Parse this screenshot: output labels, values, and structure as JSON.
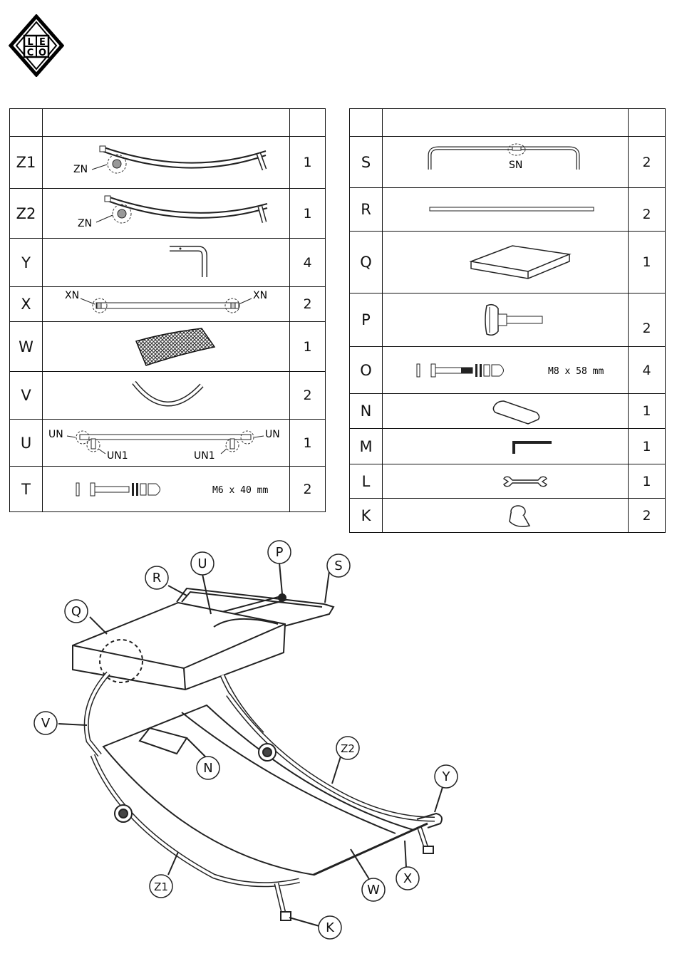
{
  "logo": {
    "letters": "LECO"
  },
  "left_table": {
    "header": [
      "",
      "",
      ""
    ],
    "rows": [
      {
        "id": "Z1",
        "qty": "1",
        "sub": "ZN"
      },
      {
        "id": "Z2",
        "qty": "1",
        "sub": "ZN"
      },
      {
        "id": "Y",
        "qty": "4"
      },
      {
        "id": "X",
        "qty": "2",
        "sub": "XN"
      },
      {
        "id": "W",
        "qty": "1"
      },
      {
        "id": "V",
        "qty": "2"
      },
      {
        "id": "U",
        "qty": "1",
        "sub": "UN",
        "sub2": "UN1"
      },
      {
        "id": "T",
        "qty": "2",
        "spec": "M6 x 40 mm"
      }
    ]
  },
  "right_table": {
    "header": [
      "",
      "",
      ""
    ],
    "rows": [
      {
        "id": "S",
        "qty": "2",
        "sub": "SN"
      },
      {
        "id": "R",
        "qty": "2"
      },
      {
        "id": "Q",
        "qty": "1"
      },
      {
        "id": "P",
        "qty": "2"
      },
      {
        "id": "O",
        "qty": "4",
        "spec": "M8 x 58 mm"
      },
      {
        "id": "N",
        "qty": "1"
      },
      {
        "id": "M",
        "qty": "1"
      },
      {
        "id": "L",
        "qty": "1"
      },
      {
        "id": "K",
        "qty": "2"
      }
    ]
  },
  "assembly_callouts": [
    "R",
    "U",
    "P",
    "S",
    "Q",
    "V",
    "N",
    "Z2",
    "Y",
    "Z1",
    "W",
    "X",
    "K"
  ]
}
